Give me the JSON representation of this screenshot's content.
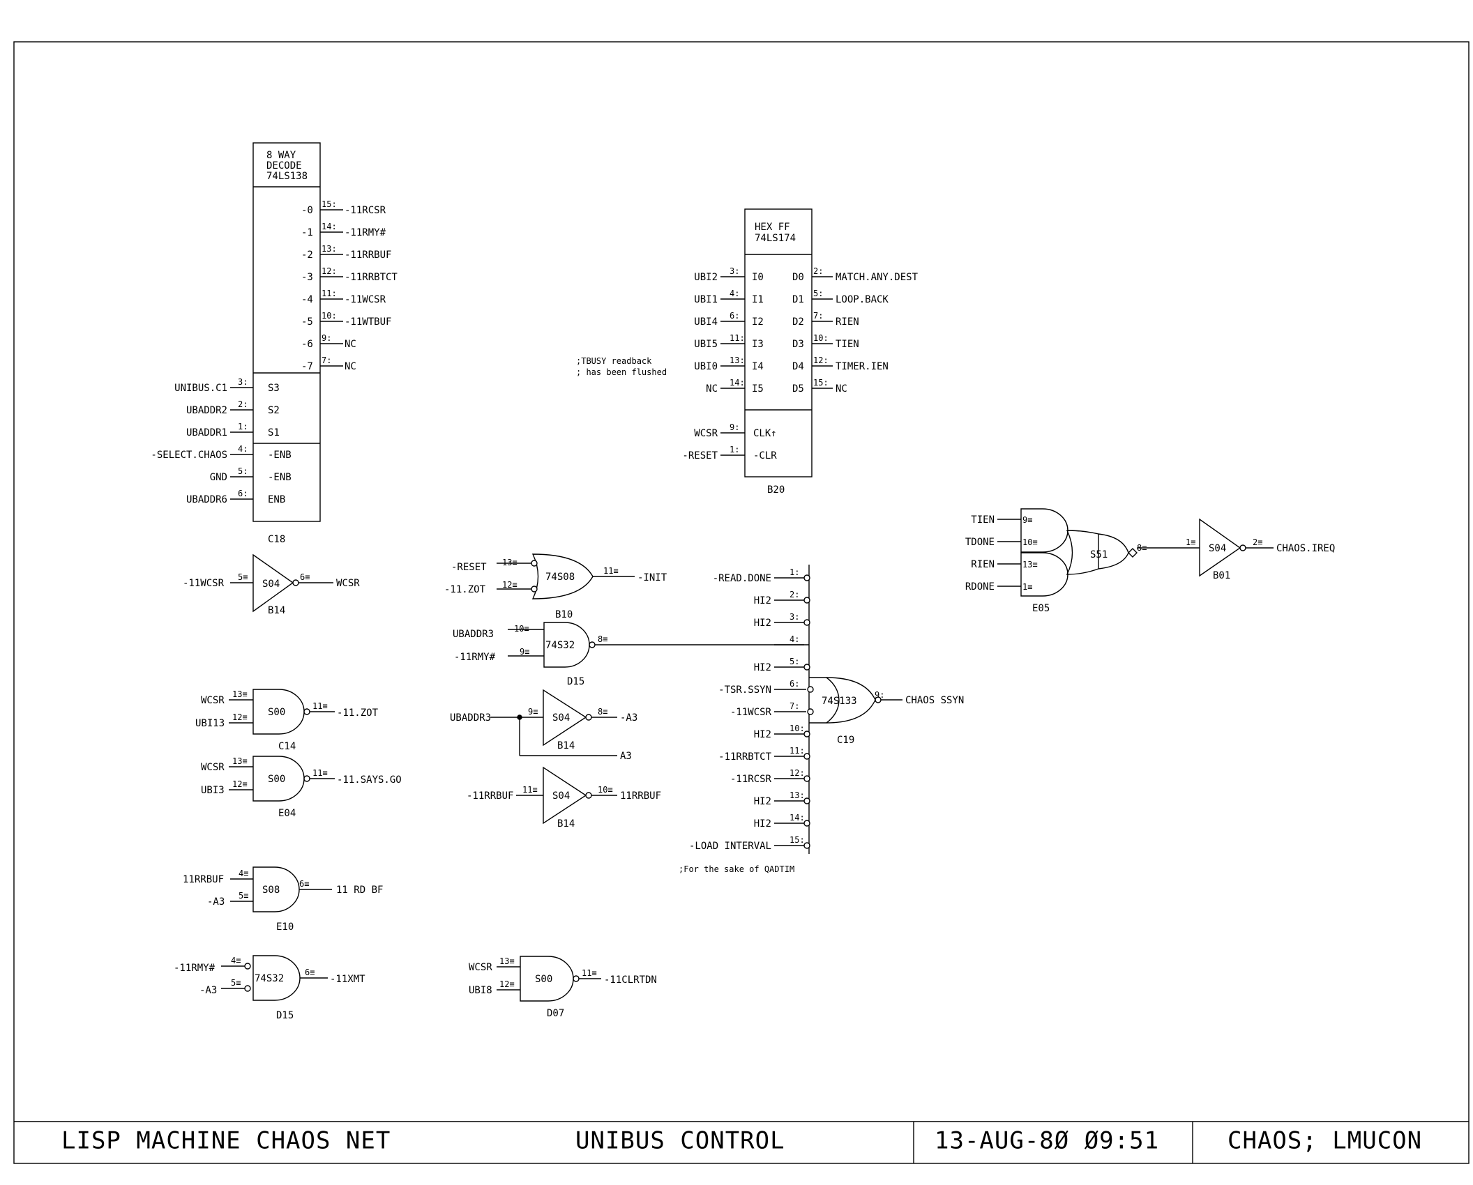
{
  "title_block": {
    "project": "LISP MACHINE CHAOS NET",
    "sheet_title": "UNIBUS CONTROL",
    "date": "13-AUG-8Ø Ø9:51",
    "file": "CHAOS; LMUCON"
  },
  "c18": {
    "header": [
      "8 WAY",
      "DECODE",
      "74LS138"
    ],
    "ref": "C18",
    "outputs": [
      {
        "label": "-0",
        "pin": "15:",
        "net": "-11RCSR"
      },
      {
        "label": "-1",
        "pin": "14:",
        "net": "-11RMY#"
      },
      {
        "label": "-2",
        "pin": "13:",
        "net": "-11RRBUF"
      },
      {
        "label": "-3",
        "pin": "12:",
        "net": "-11RRBTCT"
      },
      {
        "label": "-4",
        "pin": "11:",
        "net": "-11WCSR"
      },
      {
        "label": "-5",
        "pin": "10:",
        "net": "-11WTBUF"
      },
      {
        "label": "-6",
        "pin": "9:",
        "net": "NC"
      },
      {
        "label": "-7",
        "pin": "7:",
        "net": "NC"
      }
    ],
    "selects": [
      {
        "label": "S3",
        "pin": "3:",
        "net": "UNIBUS.C1"
      },
      {
        "label": "S2",
        "pin": "2:",
        "net": "UBADDR2"
      },
      {
        "label": "S1",
        "pin": "1:",
        "net": "UBADDR1"
      }
    ],
    "enables": [
      {
        "label": "-ENB",
        "pin": "4:",
        "net": "-SELECT.CHAOS"
      },
      {
        "label": "-ENB",
        "pin": "5:",
        "net": "GND"
      },
      {
        "label": "ENB",
        "pin": "6:",
        "net": "UBADDR6"
      }
    ]
  },
  "b20": {
    "header": [
      "HEX FF",
      "74LS174"
    ],
    "ref": "B20",
    "rows": [
      {
        "in_net": "UBI2",
        "in_pin": "3:",
        "in_label": "I0",
        "out_label": "D0",
        "out_pin": "2:",
        "out_net": "MATCH.ANY.DEST"
      },
      {
        "in_net": "UBI1",
        "in_pin": "4:",
        "in_label": "I1",
        "out_label": "D1",
        "out_pin": "5:",
        "out_net": "LOOP.BACK"
      },
      {
        "in_net": "UBI4",
        "in_pin": "6:",
        "in_label": "I2",
        "out_label": "D2",
        "out_pin": "7:",
        "out_net": "RIEN"
      },
      {
        "in_net": "UBI5",
        "in_pin": "11:",
        "in_label": "I3",
        "out_label": "D3",
        "out_pin": "10:",
        "out_net": "TIEN"
      },
      {
        "in_net": "UBI0",
        "in_pin": "13:",
        "in_label": "I4",
        "out_label": "D4",
        "out_pin": "12:",
        "out_net": "TIMER.IEN"
      },
      {
        "in_net": "NC",
        "in_pin": "14:",
        "in_label": "I5",
        "out_label": "D5",
        "out_pin": "15:",
        "out_net": "NC"
      }
    ],
    "clk": {
      "net": "WCSR",
      "pin": "9:",
      "label": "CLK↑"
    },
    "clr": {
      "net": "-RESET",
      "pin": "1:",
      "label": "-CLR"
    },
    "comment": [
      ";TBUSY readback",
      "; has been flushed"
    ]
  },
  "c19": {
    "part": "74S133",
    "ref": "C19",
    "output_pin": "9:",
    "output_net": "CHAOS SSYN",
    "inputs": [
      {
        "net": "-READ.DONE",
        "pin": "1:"
      },
      {
        "net": "HI2",
        "pin": "2:"
      },
      {
        "net": "HI2",
        "pin": "3:"
      },
      {
        "net": "",
        "pin": "4:"
      },
      {
        "net": "HI2",
        "pin": "5:"
      },
      {
        "net": "-TSR.SSYN",
        "pin": "6:"
      },
      {
        "net": "-11WCSR",
        "pin": "7:"
      },
      {
        "net": "HI2",
        "pin": "10:"
      },
      {
        "net": "-11RRBTCT",
        "pin": "11:"
      },
      {
        "net": "-11RCSR",
        "pin": "12:"
      },
      {
        "net": "HI2",
        "pin": "13:"
      },
      {
        "net": "HI2",
        "pin": "14:"
      },
      {
        "net": "-LOAD INTERVAL",
        "pin": "15:"
      }
    ],
    "comment": ";For the sake of QADTIM"
  },
  "e05": {
    "part": "S51",
    "ref": "E05",
    "out_pin": "8≡",
    "inputs": [
      {
        "net": "TIEN",
        "pin": "9≡"
      },
      {
        "net": "TDONE",
        "pin": "10≡"
      },
      {
        "net": "RIEN",
        "pin": "13≡"
      },
      {
        "net": "RDONE",
        "pin": "1≡"
      }
    ]
  },
  "b01": {
    "part": "S04",
    "ref": "B01",
    "in_pin": "1≡",
    "out_pin": "2≡",
    "out_net": "CHAOS.IREQ"
  },
  "b14a": {
    "part": "S04",
    "ref": "B14",
    "in_net": "-11WCSR",
    "in_pin": "5≡",
    "out_pin": "6≡",
    "out_net": "WCSR"
  },
  "b10": {
    "part": "74S08",
    "ref": "B10",
    "in1_net": "-RESET",
    "in1_pin": "13≡",
    "in2_net": "-11.ZOT",
    "in2_pin": "12≡",
    "out_pin": "11≡",
    "out_net": "-INIT"
  },
  "d15a": {
    "part": "74S32",
    "ref": "D15",
    "in1_net": "UBADDR3",
    "in1_pin": "10≡",
    "in2_net": "-11RMY#",
    "in2_pin": "9≡",
    "out_pin": "8≡"
  },
  "b14b": {
    "part": "S04",
    "ref": "B14",
    "in_net": "UBADDR3",
    "in_pin": "9≡",
    "out_pin": "8≡",
    "out_net": "-A3",
    "tap_net": "A3"
  },
  "b14c": {
    "part": "S04",
    "ref": "B14",
    "in_net": "-11RRBUF",
    "in_pin": "11≡",
    "out_pin": "10≡",
    "out_net": "11RRBUF"
  },
  "c14": {
    "part": "S00",
    "ref": "C14",
    "in1_net": "WCSR",
    "in1_pin": "13≡",
    "in2_net": "UBI13",
    "in2_pin": "12≡",
    "out_pin": "11≡",
    "out_net": "-11.ZOT"
  },
  "e04": {
    "part": "S00",
    "ref": "E04",
    "in1_net": "WCSR",
    "in1_pin": "13≡",
    "in2_net": "UBI3",
    "in2_pin": "12≡",
    "out_pin": "11≡",
    "out_net": "-11.SAYS.GO"
  },
  "e10": {
    "part": "S08",
    "ref": "E10",
    "in1_net": "11RRBUF",
    "in1_pin": "4≡",
    "in2_net": "-A3",
    "in2_pin": "5≡",
    "out_pin": "6≡",
    "out_net": "11 RD BF"
  },
  "d15b": {
    "part": "74S32",
    "ref": "D15",
    "in1_net": "-11RMY#",
    "in1_pin": "4≡",
    "in2_net": "-A3",
    "in2_pin": "5≡",
    "out_pin": "6≡",
    "out_net": "-11XMT"
  },
  "d07": {
    "part": "S00",
    "ref": "D07",
    "in1_net": "WCSR",
    "in1_pin": "13≡",
    "in2_net": "UBI8",
    "in2_pin": "12≡",
    "out_pin": "11≡",
    "out_net": "-11CLRTDN"
  }
}
